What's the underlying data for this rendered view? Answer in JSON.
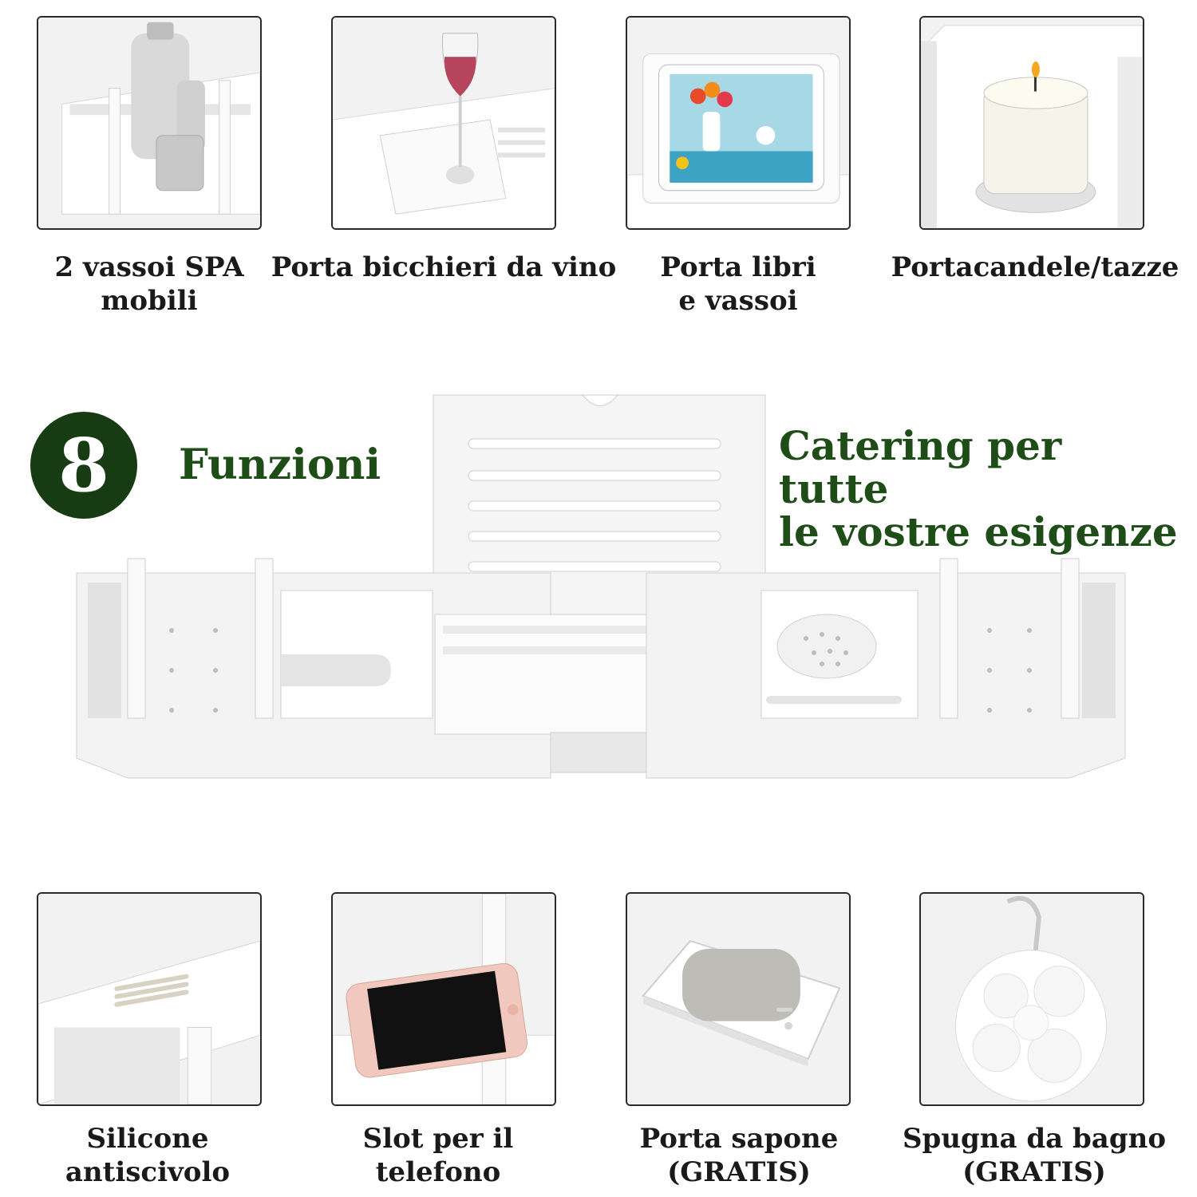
{
  "badge": {
    "number": "8",
    "label": "Funzioni"
  },
  "tagline": {
    "line1": "Catering per tutte",
    "line2": "le vostre esigenze"
  },
  "colors": {
    "accent": "#173b12",
    "text_green": "#1e4d18",
    "tile_border": "#2b2b2b"
  },
  "top_features": [
    {
      "line1": "2 vassoi SPA",
      "line2": "mobili",
      "icon": "spa-bottles-icon"
    },
    {
      "line1": "Porta bicchieri da vino",
      "line2": "",
      "icon": "wine-glass-icon"
    },
    {
      "line1": "Porta libri",
      "line2": "e vassoi",
      "icon": "tablet-stand-icon"
    },
    {
      "line1": "Portacandele/tazze",
      "line2": "",
      "icon": "candle-icon"
    }
  ],
  "bottom_features": [
    {
      "line1": "Silicone antiscivolo",
      "line2": "",
      "icon": "silicone-strip-icon"
    },
    {
      "line1": "Slot per il telefono",
      "line2": "",
      "icon": "phone-slot-icon"
    },
    {
      "line1": "Porta sapone",
      "line2": "(GRATIS)",
      "icon": "soap-dish-icon"
    },
    {
      "line1": "Spugna da bagno",
      "line2": "(GRATIS)",
      "icon": "bath-sponge-icon"
    }
  ]
}
